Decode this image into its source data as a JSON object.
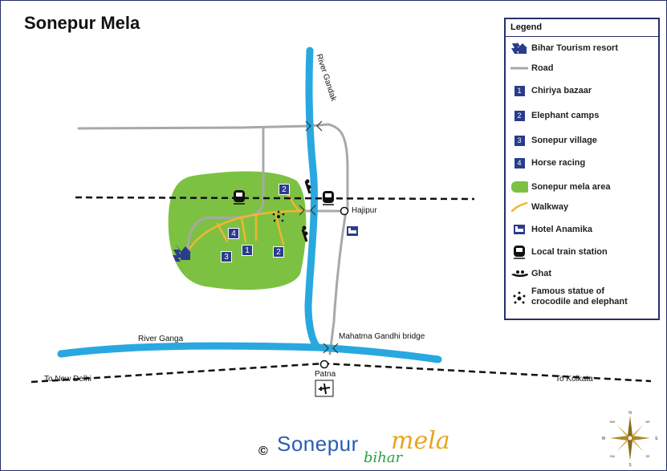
{
  "title": "Sonepur Mela",
  "labels": {
    "river_gandak": "River Gandak",
    "river_ganga": "River Ganga",
    "hajipur": "Hajipur",
    "bridge": "Mahatma Gandhi bridge",
    "patna": "Patna",
    "to_new_delhi": "To New Delhi",
    "to_kolkata": "To Kolkata"
  },
  "map_badges": [
    "2",
    "4",
    "1",
    "3",
    "2"
  ],
  "legend": {
    "title": "Legend",
    "items": [
      {
        "icon": "resort-icon",
        "label": "Bihar Tourism resort"
      },
      {
        "icon": "road-icon",
        "label": "Road"
      },
      {
        "icon": "badge-1",
        "badge": "1",
        "label": "Chiriya bazaar"
      },
      {
        "icon": "badge-2",
        "badge": "2",
        "label": "Elephant camps"
      },
      {
        "icon": "badge-3",
        "badge": "3",
        "label": "Sonepur village"
      },
      {
        "icon": "badge-4",
        "badge": "4",
        "label": "Horse racing"
      },
      {
        "icon": "mela-area-icon",
        "label": "Sonepur mela area"
      },
      {
        "icon": "walkway-icon",
        "label": "Walkway"
      },
      {
        "icon": "hotel-icon",
        "label": "Hotel Anamika"
      },
      {
        "icon": "train-station-icon",
        "label": "Local train station"
      },
      {
        "icon": "ghat-icon",
        "label": "Ghat"
      },
      {
        "icon": "statue-icon",
        "label": "Famous statue of",
        "label2": "crocodile and elephant"
      }
    ]
  },
  "brand": {
    "sonepur": "Sonepur",
    "mela": "mela",
    "bihar": "bihar",
    "copyright": "©"
  },
  "compass": {
    "n": "N",
    "s": "S",
    "e": "E",
    "w": "W",
    "ne": "NE",
    "nw": "NW",
    "se": "SE",
    "sw": "SW"
  },
  "colors": {
    "river": "#29a8e0",
    "road": "#a8a8a8",
    "mela_area": "#7dc142",
    "walkway": "#f2b531",
    "badge": "#2a3c8c",
    "rail": "#111111"
  }
}
